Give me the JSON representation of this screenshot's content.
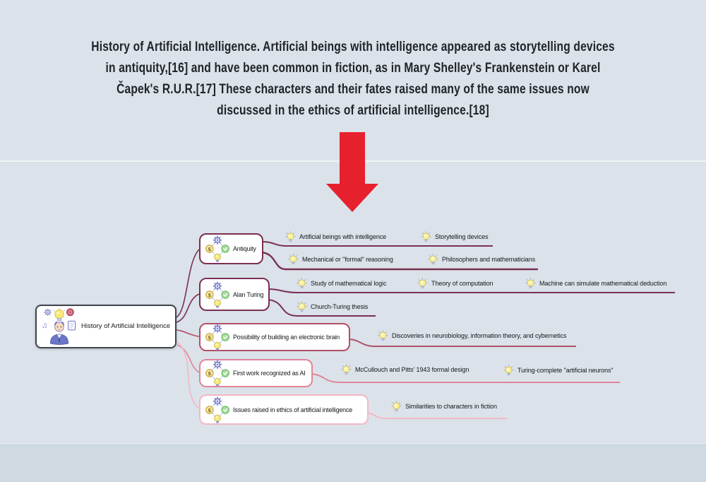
{
  "page": {
    "background": "#dbe2e9",
    "divider_color": "#f2f5f7",
    "bottom_band_color": "#cfd9e2"
  },
  "intro": {
    "text_color": "#20242a",
    "lines": [
      "History of Artificial Intelligence. Artificial beings with intelligence appeared as storytelling devices",
      "in antiquity,[16] and have been common in fiction, as in Mary Shelley's Frankenstein or Karel",
      "Čapek's R.U.R.[17] These characters and their fates raised many of the same issues now",
      "discussed in the ethics of artificial intelligence.[18]"
    ]
  },
  "arrow": {
    "direction": "down",
    "color": "#e7202e"
  },
  "mindmap": {
    "root": {
      "label": "History of Artificial Intelligence",
      "border_color": "#3f444b",
      "icon": "person-idea-illustration"
    },
    "icons": {
      "branch_node": "gear-coin-check-lightbulb-cluster",
      "leaf_node": "lightbulb-icon"
    },
    "branches": [
      {
        "label": "Antiquity",
        "color": "#7b3053",
        "children": [
          {
            "label": "Artificial beings with intelligence",
            "children": [
              {
                "label": "Storytelling devices"
              }
            ]
          },
          {
            "label": "Mechanical or \"formal\" reasoning",
            "children": [
              {
                "label": "Philosophers and mathematicians"
              }
            ]
          }
        ]
      },
      {
        "label": "Alan Turing",
        "color": "#7b3053",
        "children": [
          {
            "label": "Study of mathematical logic",
            "children": [
              {
                "label": "Theory of computation",
                "children": [
                  {
                    "label": "Machine can simulate mathematical deduction"
                  }
                ]
              }
            ]
          },
          {
            "label": "Church-Turing thesis"
          }
        ]
      },
      {
        "label": "Possibility of building an electronic brain",
        "color": "#b25069",
        "children": [
          {
            "label": "Discoveries in neurobiology, information theory, and cybernetics"
          }
        ]
      },
      {
        "label": "First work recognized as AI",
        "color": "#e18598",
        "children": [
          {
            "label": "McCullouch and Pitts' 1943 formal design",
            "children": [
              {
                "label": "Turing-complete \"artificial neurons\""
              }
            ]
          }
        ]
      },
      {
        "label": "Issues raised in ethics of artificial intelligence",
        "color": "#f3b8c4",
        "children": [
          {
            "label": "Similarities to characters in fiction"
          }
        ]
      }
    ]
  }
}
